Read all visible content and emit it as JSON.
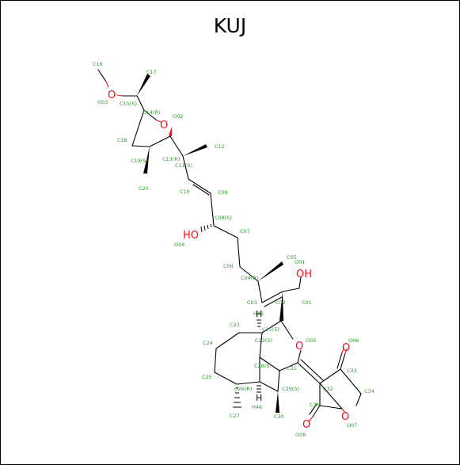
{
  "title": "KUJ",
  "colors": {
    "atom_label": "#2e9a2e",
    "heteroatom": "#e8141e",
    "bond": "#000000"
  },
  "atoms": {
    "C16": "C16",
    "O03": "O03",
    "C17": "C17",
    "C15": "C15(S)",
    "C14": "C14(R)",
    "O02": "O02",
    "C18": "C18",
    "C19": "C19(S)",
    "C13": "C13(R)",
    "C20": "C20",
    "C12": "C12",
    "C11": "C11(S)",
    "C10": "C10",
    "C09": "C09",
    "C08": "C08(S)",
    "O04": "O04",
    "C07": "C07",
    "C06": "C06",
    "C05": "C05",
    "C04": "C04(R)",
    "O01": "O01",
    "C03": "C03",
    "C02": "C02",
    "C01": "C01",
    "H35": "H35",
    "C21": "C21(S)",
    "C23": "C23",
    "C22": "C22(S)",
    "O05": "O05",
    "O06": "O06",
    "C24": "C24",
    "C28": "C28(S)",
    "C31": "C31",
    "C33": "C33",
    "C25": "C25",
    "C26": "C26(R)",
    "C29": "C29(S)",
    "C32": "C32",
    "C34": "C34",
    "C35": "C35",
    "C27": "C27",
    "H46": "H46",
    "C30": "C30",
    "O08": "O08",
    "O07": "O07"
  },
  "atom_symbols": {
    "O": "O",
    "OH": "OH",
    "HO": "HO",
    "H": "H"
  }
}
